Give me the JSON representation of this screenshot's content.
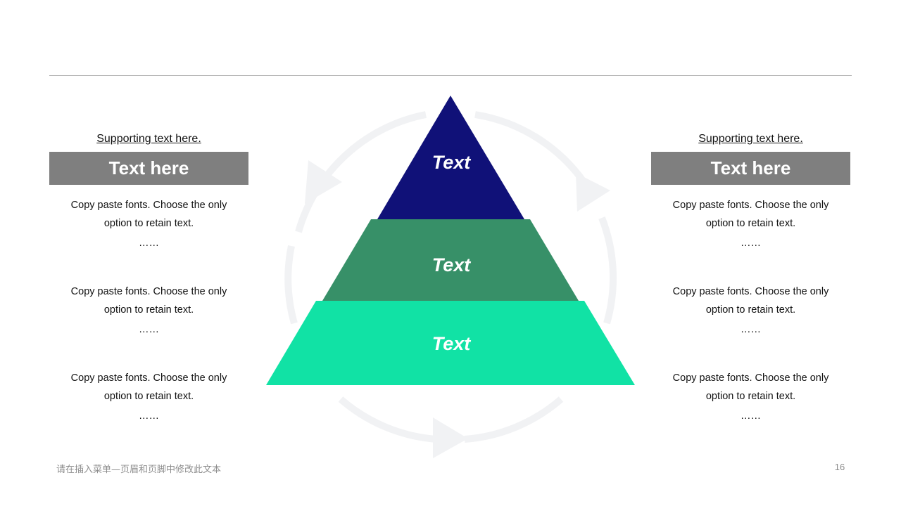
{
  "pyramid": {
    "tiers": [
      "Text",
      "Text",
      "Text"
    ],
    "colors": [
      "#101178",
      "#379068",
      "#11e2a5"
    ]
  },
  "left": {
    "support": "Supporting text here.",
    "title": "Text here",
    "paragraphs": [
      {
        "line1": "Copy paste fonts. Choose the only",
        "line2": "option to retain text.",
        "dots": "……"
      },
      {
        "line1": "Copy paste fonts. Choose the only",
        "line2": "option to retain text.",
        "dots": "……"
      },
      {
        "line1": "Copy paste fonts. Choose the only",
        "line2": "option to retain text.",
        "dots": "……"
      }
    ]
  },
  "right": {
    "support": "Supporting text here.",
    "title": "Text here",
    "paragraphs": [
      {
        "line1": "Copy paste fonts. Choose the only",
        "line2": "option to retain text.",
        "dots": "……"
      },
      {
        "line1": "Copy paste fonts. Choose the only",
        "line2": "option to retain text.",
        "dots": "……"
      },
      {
        "line1": "Copy paste fonts. Choose the only",
        "line2": "option to retain text.",
        "dots": "……"
      }
    ]
  },
  "footer": {
    "note": "请在插入菜单—页眉和页脚中修改此文本",
    "page_number": "16"
  }
}
